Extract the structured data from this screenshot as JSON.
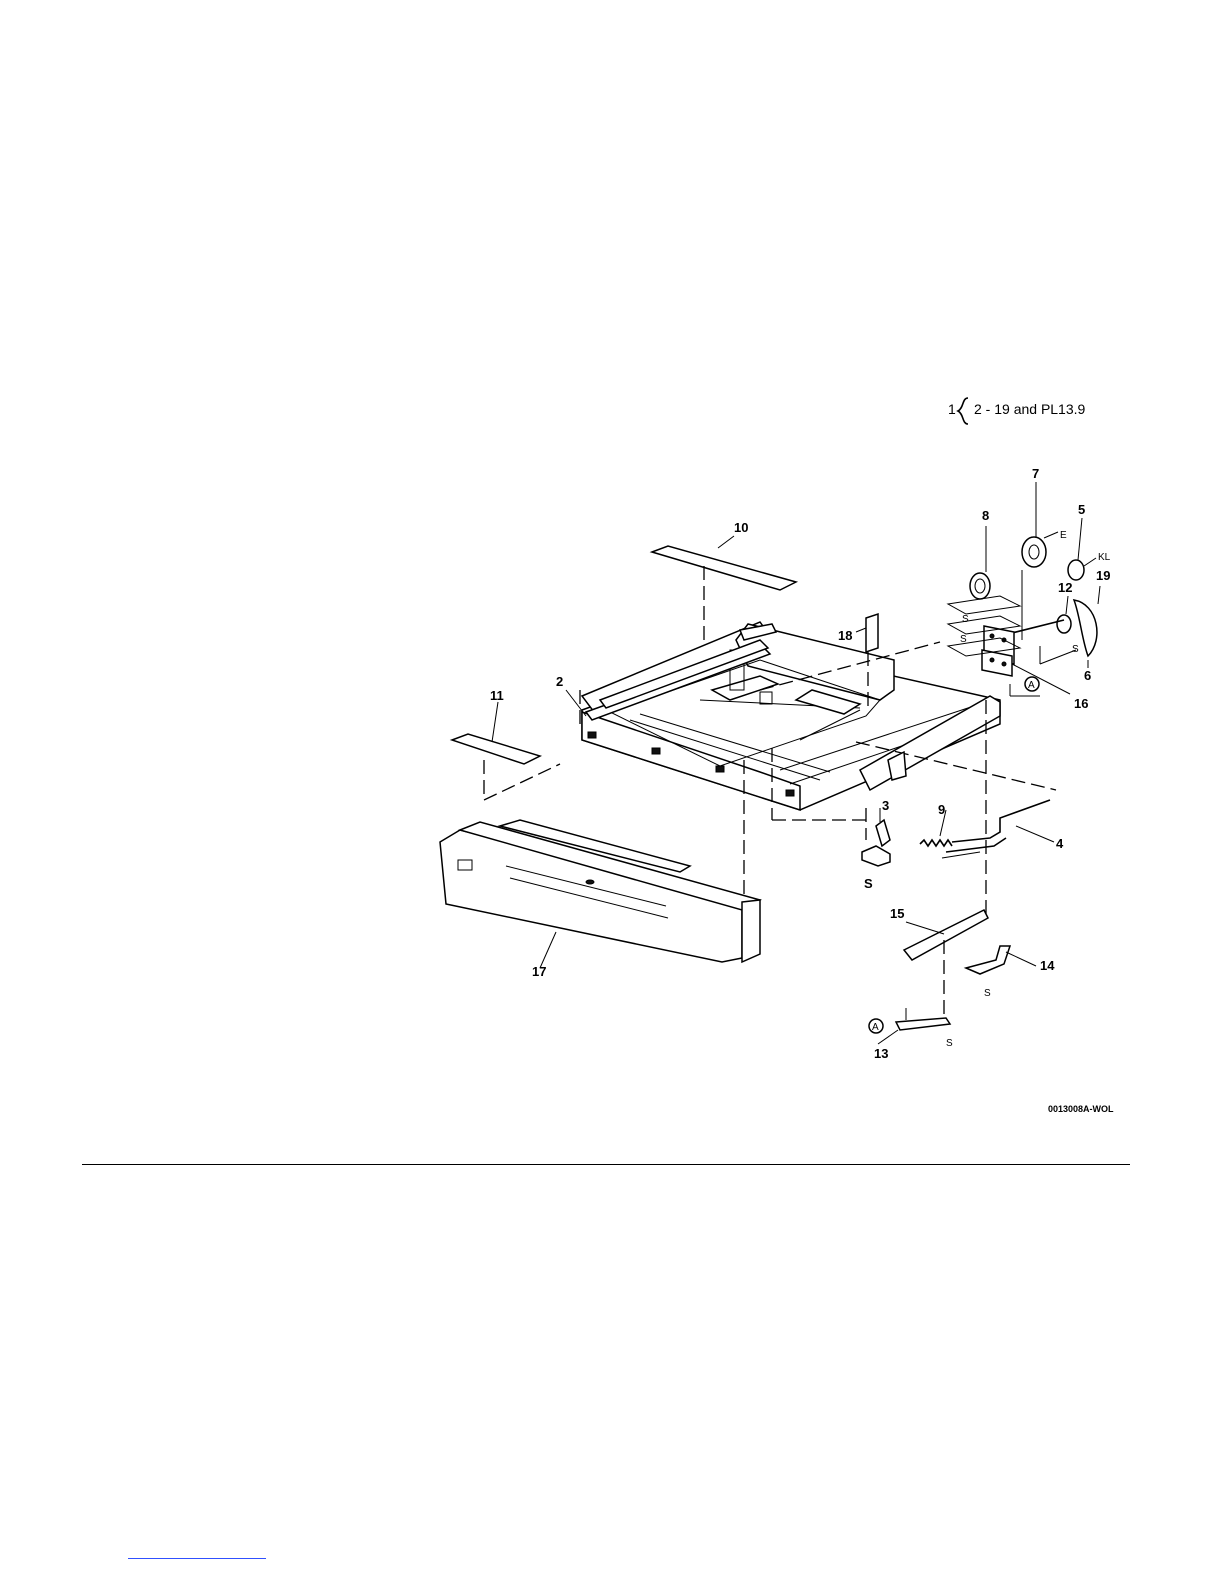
{
  "legend": {
    "parent": "1",
    "range": "2 - 19 and PL13.9"
  },
  "drawing_code": "0013008A-WOL",
  "callouts": {
    "c2": "2",
    "c3": "3",
    "c4": "4",
    "c5": "5",
    "c6": "6",
    "c7": "7",
    "c8": "8",
    "c9": "9",
    "c10": "10",
    "c11": "11",
    "c12": "12",
    "c13": "13",
    "c14": "14",
    "c15": "15",
    "c16": "16",
    "c17": "17",
    "c18": "18",
    "c19": "19"
  },
  "markers": {
    "s": "S",
    "e": "E",
    "kl": "KL",
    "a": "A"
  }
}
